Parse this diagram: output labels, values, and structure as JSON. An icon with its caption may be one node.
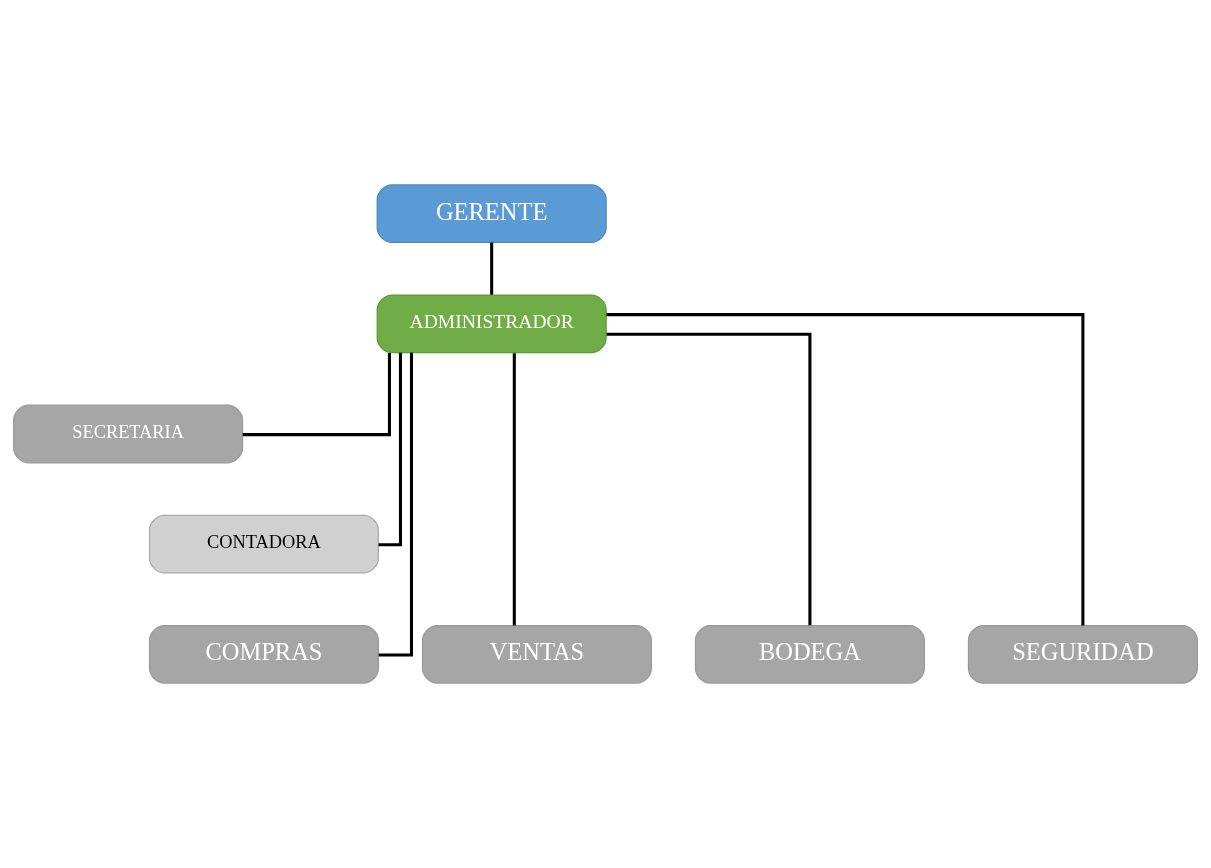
{
  "diagram": {
    "nodes": [
      {
        "text": [
          "GERENTE"
        ]
      },
      {
        "text": [
          "ADMINISTRADOR"
        ]
      },
      {
        "text": [
          "SECRETARIA"
        ]
      },
      {
        "text": [
          "CONTADORA"
        ]
      },
      {
        "text": [
          "COMPRAS"
        ]
      },
      {
        "text": [
          "VENTAS"
        ]
      },
      {
        "text": [
          "BODEGA"
        ]
      },
      {
        "text": [
          "SEGURIDAD"
        ]
      }
    ],
    "edges": [
      {
        "from": 0,
        "to": 1,
        "arrow": "none"
      },
      {
        "from": 1,
        "to": 2,
        "arrow": "none"
      },
      {
        "from": 1,
        "to": 3,
        "arrow": "none"
      },
      {
        "from": 1,
        "to": 4,
        "arrow": "none"
      },
      {
        "from": 1,
        "to": 5,
        "arrow": "none"
      },
      {
        "from": 1,
        "to": 6,
        "arrow": "none"
      },
      {
        "from": 1,
        "to": 7,
        "arrow": "none"
      }
    ]
  }
}
